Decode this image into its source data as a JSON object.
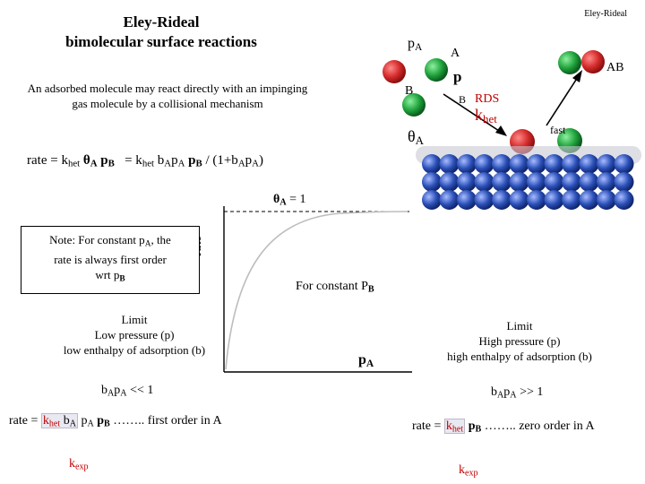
{
  "header": {
    "corner_label": "Eley-Rideal",
    "title_line1": "Eley-Rideal",
    "title_line2": "bimolecular surface reactions"
  },
  "intro": {
    "text": "An adsorbed molecule may react directly with an impinging gas molecule by a collisional mechanism"
  },
  "rate_equation": {
    "lhs": "rate = k",
    "lhs_sub": "het",
    "theta": "θ",
    "theta_sub": "A",
    "p": " p",
    "p_sub": "B",
    "eq2": "= k",
    "eq2_sub": "het",
    "b": " b",
    "b_sub": "A",
    "p2": "p",
    "p2_sub": "A",
    "p3": " p",
    "p3_sub": "B",
    "denom_open": " / (1+b",
    "denom_b_sub": "A",
    "denom_p": "p",
    "denom_p_sub": "A",
    "denom_close": ")"
  },
  "mechanism": {
    "pA_label": "p",
    "pA_sub": "A",
    "A_label": "A",
    "AB_label": "AB",
    "B_label": "B",
    "p_label": "p",
    "B_small": "B",
    "rds": "RDS",
    "k_label": "k",
    "k_sub": "het",
    "fast": "fast",
    "theta_label": "θ",
    "theta_sub": "A",
    "colors": {
      "gas_red": "#d42a2a",
      "gas_green": "#1fa33c",
      "surface_blue": "#2a4fb8",
      "surface_halo": "#c8c8d4"
    }
  },
  "graph": {
    "theta_one": "θ",
    "theta_one_sub": "A",
    "theta_one_rhs": " = 1",
    "ylabel": "rate",
    "xlabel": "p",
    "xlabel_sub": "A",
    "note_line1": "Note: For constant p",
    "note_line1_sub": "A",
    "note_line1_end": ", the",
    "note_line2": "rate is always first order",
    "note_line3": "wrt p",
    "note_line3_sub": "B",
    "constant_label": "For constant P",
    "constant_sub": "B"
  },
  "low_limit": {
    "line1": "Limit",
    "line2": "Low pressure (p)",
    "line3": "low enthalpy of adsorption (b)",
    "cond_b": "b",
    "cond_b_sub": "A",
    "cond_p": "p",
    "cond_p_sub": "A",
    "cond_rhs": " << 1",
    "eq_lhs": "rate = ",
    "eq_k": "k",
    "eq_k_sub": "het",
    "eq_b": " b",
    "eq_b_sub": "A",
    "eq_p": " p",
    "eq_p_sub": "A",
    "eq_p2": " p",
    "eq_p2_sub": "B",
    "eq_rhs": " …….. first order in A",
    "kexp": "k",
    "kexp_sub": "exp"
  },
  "high_limit": {
    "line1": "Limit",
    "line2": "High pressure (p)",
    "line3": "high enthalpy of adsorption (b)",
    "cond_b": "b",
    "cond_b_sub": "A",
    "cond_p": "p",
    "cond_p_sub": "A",
    "cond_rhs": " >> 1",
    "eq_lhs": "rate = ",
    "eq_k": "k",
    "eq_k_sub": "het",
    "eq_p": " p",
    "eq_p_sub": "B",
    "eq_rhs": " …….. zero order in A",
    "kexp": "k",
    "kexp_sub": "exp"
  }
}
